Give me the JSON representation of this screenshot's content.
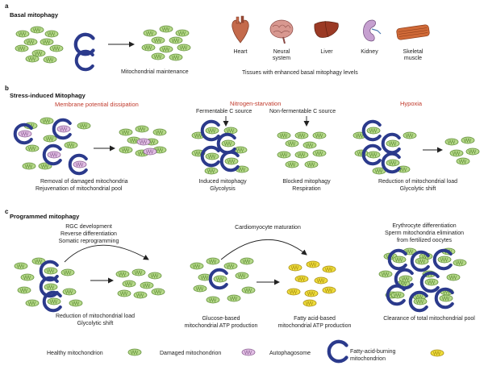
{
  "colors": {
    "healthy": "#b6d98a",
    "healthy_stroke": "#5f8d36",
    "damaged": "#e2bfe4",
    "damaged_stroke": "#8b5f93",
    "autophagosome": "#2b3a8c",
    "fatty": "#eedc3c",
    "fatty_stroke": "#a58b10",
    "red_label": "#c0392b"
  },
  "section_a": {
    "letter": "a",
    "title": "Basal mitophagy",
    "caption": "Mitochondrial maintenance",
    "tissues_caption": "Tissues with enhanced basal mitophagy levels",
    "tissues": [
      {
        "icon": "heart-icon",
        "label_lines": [
          "Heart"
        ]
      },
      {
        "icon": "brain-icon",
        "label_lines": [
          "Neural",
          "system"
        ]
      },
      {
        "icon": "liver-icon",
        "label_lines": [
          "Liver"
        ]
      },
      {
        "icon": "kidney-icon",
        "label_lines": [
          "Kidney"
        ]
      },
      {
        "icon": "muscle-icon",
        "label_lines": [
          "Skeletal",
          "muscle"
        ]
      }
    ]
  },
  "section_b": {
    "letter": "b",
    "title": "Stress-induced Mitophagy",
    "conditions": [
      "Membrane potential dissipation",
      "Nitrogen-starvation",
      "Hypoxia"
    ],
    "sub_labels": [
      "Fermentable C source",
      "Non-fermentable C source"
    ],
    "captions": [
      [
        "Removal of damaged mitochondria",
        "Rejuvenation of mitochondrial pool"
      ],
      [
        "Induced mitophagy",
        "Glycolysis"
      ],
      [
        "Blocked mitophagy",
        "Respiration"
      ],
      [
        "Reduction of mitochondrial load",
        "Glycolytic shift"
      ]
    ]
  },
  "section_c": {
    "letter": "c",
    "title": "Programmed mitophagy",
    "contexts": [
      [
        "RGC development",
        "Reverse differentiation",
        "Somatic reprogramming"
      ],
      [
        "Cardiomyocyte maturation"
      ],
      [
        "Erythrocyte differentiation",
        "Sperm mitochondria elimination",
        "from fertilized oocytes"
      ]
    ],
    "captions": [
      [
        "Reduction of mitochondrial load",
        "Glycolytic shift"
      ],
      [
        "Glucose-based",
        "mitochondrial ATP production"
      ],
      [
        "Fatty acid-based",
        "mitochondrial ATP production"
      ],
      [
        "Clearance of total mitochondrial pool"
      ]
    ]
  },
  "legend": [
    {
      "label_lines": [
        "Healthy mitochondrion"
      ],
      "symbol": "healthy"
    },
    {
      "label_lines": [
        "Damaged mitochondrion"
      ],
      "symbol": "damaged"
    },
    {
      "label_lines": [
        "Autophagosome"
      ],
      "symbol": "autophagosome"
    },
    {
      "label_lines": [
        "Fatty-acid-burning",
        "mitochondrion"
      ],
      "symbol": "fatty"
    }
  ]
}
